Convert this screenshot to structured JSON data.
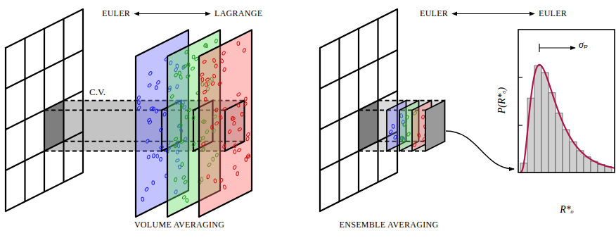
{
  "diagram": {
    "labels": [
      "EULER",
      "LAGRANGE",
      "C.V.",
      "VOLUME AVERAGING",
      "EULER",
      "EULER",
      "σₚ",
      "P(R*ₒ)",
      "R*ₒ",
      "ENSEMBLE AVERAGING"
    ]
  }
}
